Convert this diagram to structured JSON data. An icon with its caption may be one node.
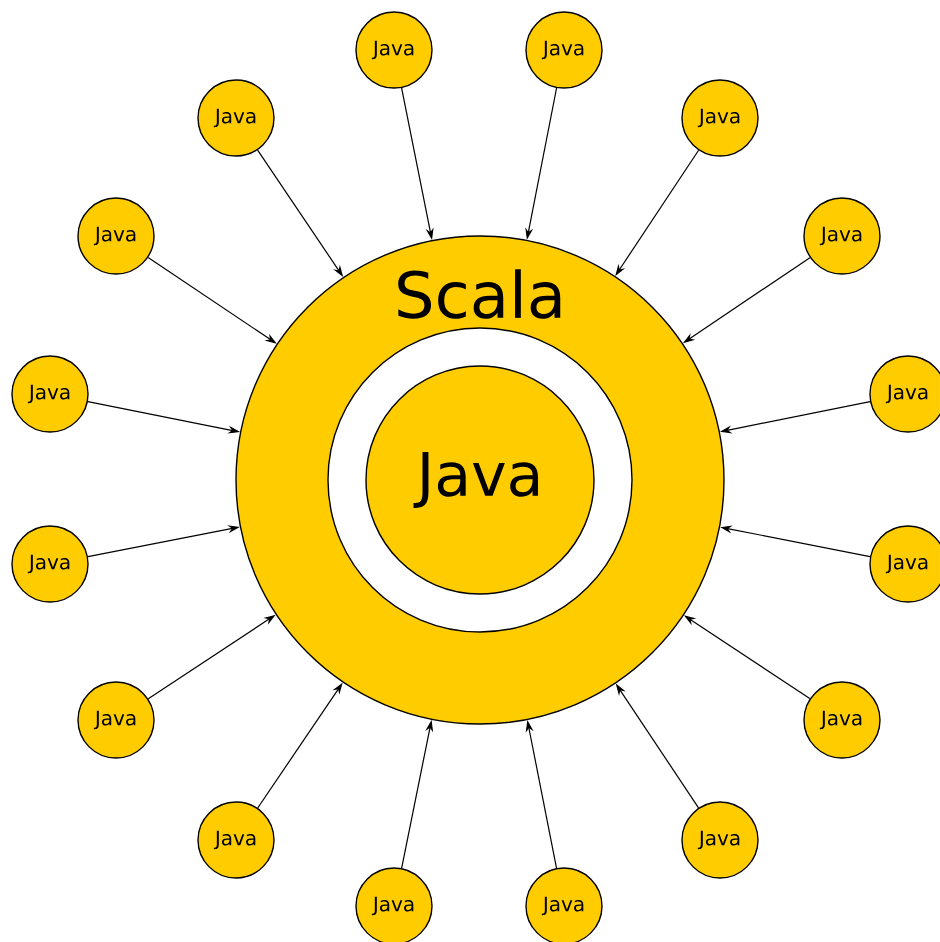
{
  "diagram": {
    "nodes": [
      {
        "text": [
          "Scala"
        ]
      },
      {
        "text": [],
        "shape": "circle",
        "in": 0
      },
      {
        "text": [
          "Java"
        ],
        "in": 1
      },
      {
        "text": [
          "Java"
        ]
      },
      {
        "text": [
          "Java"
        ]
      },
      {
        "text": [
          "Java"
        ]
      },
      {
        "text": [
          "Java"
        ]
      },
      {
        "text": [
          "Java"
        ]
      },
      {
        "text": [
          "Java"
        ]
      },
      {
        "text": [
          "Java"
        ]
      },
      {
        "text": [
          "Java"
        ]
      },
      {
        "text": [
          "Java"
        ]
      },
      {
        "text": [
          "Java"
        ]
      },
      {
        "text": [
          "Java"
        ]
      },
      {
        "text": [
          "Java"
        ]
      },
      {
        "text": [
          "Java"
        ]
      },
      {
        "text": [
          "Java"
        ]
      },
      {
        "text": [
          "Java"
        ]
      },
      {
        "text": [
          "Java"
        ]
      }
    ],
    "edges": [
      {
        "from": 3,
        "to": 0,
        "arrow": "to"
      },
      {
        "from": 4,
        "to": 0,
        "arrow": "to"
      },
      {
        "from": 5,
        "to": 0,
        "arrow": "to"
      },
      {
        "from": 6,
        "to": 0,
        "arrow": "to"
      },
      {
        "from": 7,
        "to": 0,
        "arrow": "to"
      },
      {
        "from": 8,
        "to": 0,
        "arrow": "to"
      },
      {
        "from": 9,
        "to": 0,
        "arrow": "to"
      },
      {
        "from": 10,
        "to": 0,
        "arrow": "to"
      },
      {
        "from": 11,
        "to": 0,
        "arrow": "to"
      },
      {
        "from": 12,
        "to": 0,
        "arrow": "to"
      },
      {
        "from": 13,
        "to": 0,
        "arrow": "to"
      },
      {
        "from": 14,
        "to": 0,
        "arrow": "to"
      },
      {
        "from": 15,
        "to": 0,
        "arrow": "to"
      },
      {
        "from": 16,
        "to": 0,
        "arrow": "to"
      },
      {
        "from": 17,
        "to": 0,
        "arrow": "to"
      },
      {
        "from": 18,
        "to": 0,
        "arrow": "to"
      }
    ]
  }
}
